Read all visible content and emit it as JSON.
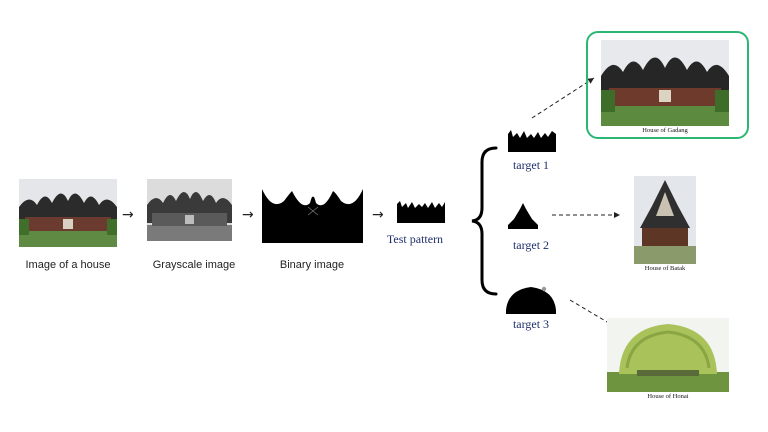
{
  "pipeline": {
    "step1_label": "Image of a house",
    "step2_label": "Grayscale image",
    "step3_label": "Binary image",
    "step4_label": "Test pattern",
    "arrow_glyph": "→"
  },
  "targets": [
    {
      "label": "target 1",
      "match": "House of Gadang"
    },
    {
      "label": "target 2",
      "match": "House of Batak"
    },
    {
      "label": "target 3",
      "match": "House of Honai"
    }
  ],
  "colors": {
    "highlight_border": "#2bb673",
    "caption_blue": "#1f2f6b",
    "silhouette": "#000000"
  }
}
